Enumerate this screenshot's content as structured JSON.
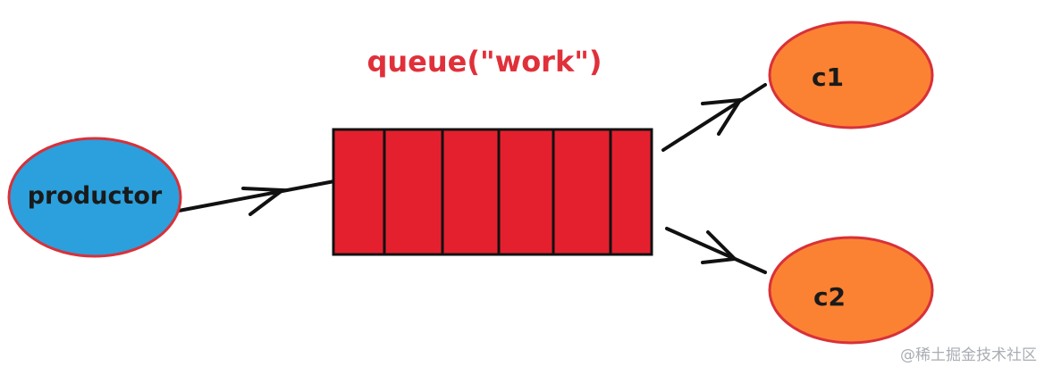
{
  "producer": {
    "label": "productor"
  },
  "queue": {
    "title": "queue(\"work\")",
    "slot_count": 6
  },
  "consumers": [
    {
      "label": "c1"
    },
    {
      "label": "c2"
    }
  ],
  "watermark": "@稀土掘金技术社区",
  "colors": {
    "producer_fill": "#2ba0dd",
    "consumer_fill": "#fb8232",
    "node_outline": "#d8313a",
    "queue_fill": "#e4202f",
    "queue_title": "#e0303a",
    "ink": "#111111"
  }
}
